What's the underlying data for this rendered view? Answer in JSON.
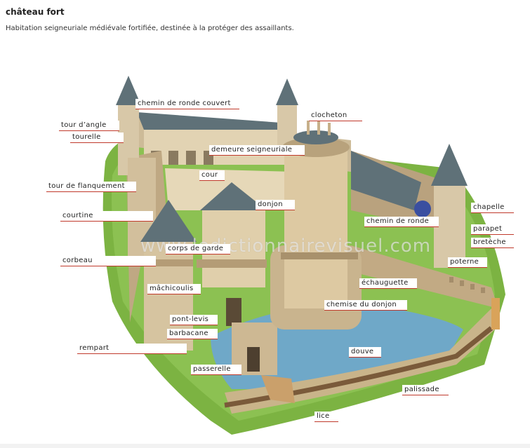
{
  "header": {
    "title": "château fort",
    "subtitle": "Habitation seigneuriale médiévale fortifiée, destinée à la protéger des assaillants."
  },
  "watermark": "www.ledictionnairevisuel.com",
  "colors": {
    "leader_line": "#c0392b",
    "grass": "#7cb342",
    "stone": "#d8c8a8",
    "roof": "#5f7178",
    "water": "#6fa8c8"
  },
  "labels": {
    "chemin_de_ronde_couvert": "chemin de ronde couvert",
    "clocheton": "clocheton",
    "tour_d_angle": "tour d’angle",
    "tourelle": "tourelle",
    "demeure_seigneuriale": "demeure seigneuriale",
    "cour": "cour",
    "tour_de_flanquement": "tour de flanquement",
    "donjon": "donjon",
    "chapelle": "chapelle",
    "courtine": "courtine",
    "chemin_de_ronde": "chemin de ronde",
    "parapet": "parapet",
    "bretèche": "bretèche",
    "corps_de_garde": "corps de garde",
    "corbeau": "corbeau",
    "poterne": "poterne",
    "échauguette": "échauguette",
    "mâchicoulis": "mâchicoulis",
    "chemise_du_donjon": "chemise du donjon",
    "pont_levis": "pont-levis",
    "barbacane": "barbacane",
    "rempart": "rempart",
    "douve": "douve",
    "passerelle": "passerelle",
    "palissade": "palissade",
    "lice": "lice"
  }
}
